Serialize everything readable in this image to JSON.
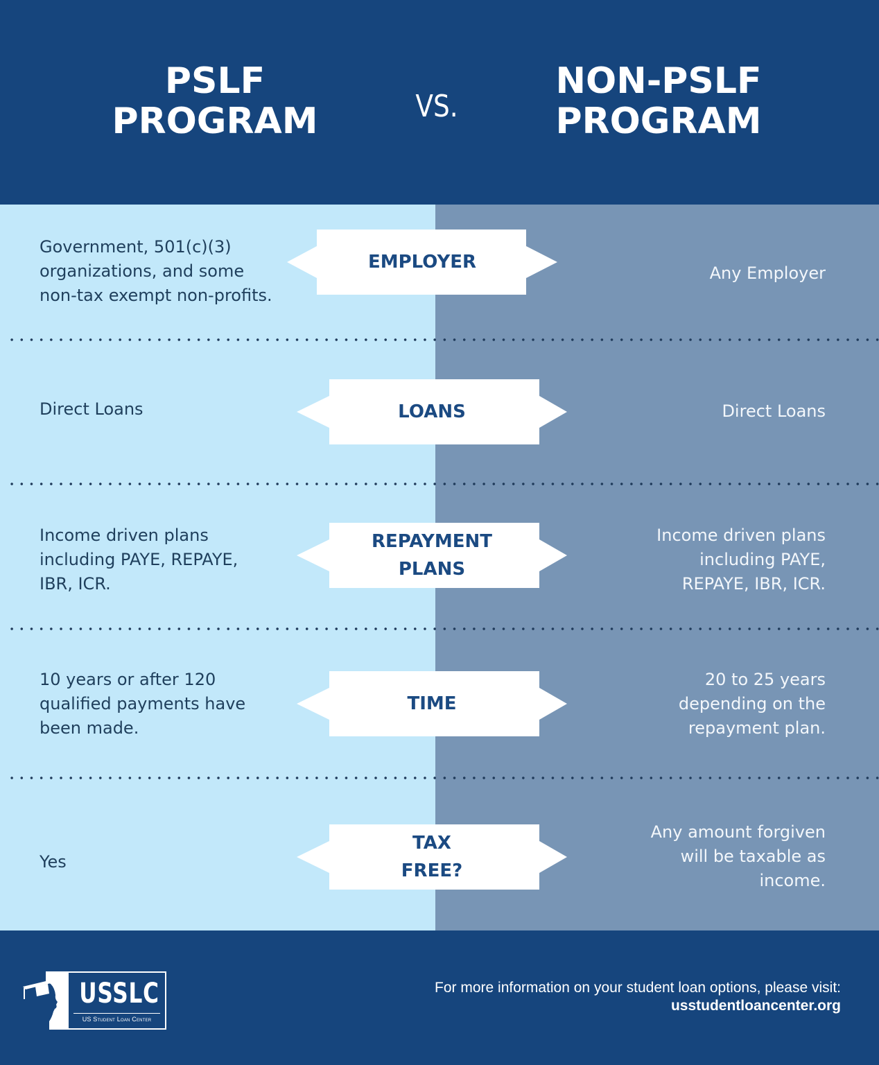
{
  "header": {
    "left_title_line1": "PSLF",
    "left_title_line2": "PROGRAM",
    "vs_label": "VS.",
    "right_title_line1": "NON-PSLF",
    "right_title_line2": "PROGRAM"
  },
  "colors": {
    "header_bg": "#16457D",
    "left_column_bg": "#C2E8FA",
    "right_column_bg": "#7895B5",
    "badge_bg": "#FFFFFF",
    "badge_text": "#1B4A82",
    "left_text": "#1F3F5C",
    "right_text": "#F3F7FB"
  },
  "rows": [
    {
      "label_line1": "EMPLOYER",
      "label_line2": "",
      "pslf_line1": "Government, 501(c)(3)",
      "pslf_line2": "organizations, and some",
      "pslf_line3": "non-tax exempt non-profits.",
      "non_pslf_line1": "Any Employer",
      "non_pslf_line2": "",
      "non_pslf_line3": ""
    },
    {
      "label_line1": "LOANS",
      "label_line2": "",
      "pslf_line1": "Direct Loans",
      "pslf_line2": "",
      "pslf_line3": "",
      "non_pslf_line1": "Direct Loans",
      "non_pslf_line2": "",
      "non_pslf_line3": ""
    },
    {
      "label_line1": "REPAYMENT",
      "label_line2": "PLANS",
      "pslf_line1": "Income driven plans",
      "pslf_line2": "including PAYE, REPAYE,",
      "pslf_line3": "IBR, ICR.",
      "non_pslf_line1": "Income driven plans",
      "non_pslf_line2": "including PAYE,",
      "non_pslf_line3": "REPAYE, IBR, ICR."
    },
    {
      "label_line1": "TIME",
      "label_line2": "",
      "pslf_line1": "10 years or after 120",
      "pslf_line2": "qualified payments have",
      "pslf_line3": "been made.",
      "non_pslf_line1": "20 to 25  years",
      "non_pslf_line2": "depending on the",
      "non_pslf_line3": "repayment plan."
    },
    {
      "label_line1": "TAX",
      "label_line2": "FREE?",
      "pslf_line1": "Yes",
      "pslf_line2": "",
      "pslf_line3": "",
      "non_pslf_line1": "Any amount forgiven",
      "non_pslf_line2": "will be taxable as",
      "non_pslf_line3": "income."
    }
  ],
  "footer": {
    "logo_text": "USSLC",
    "logo_subtext": "US Student Loan Center",
    "info_text": "For more information on your student loan options, please visit:",
    "url_text": "usstudentloancenter.org"
  }
}
